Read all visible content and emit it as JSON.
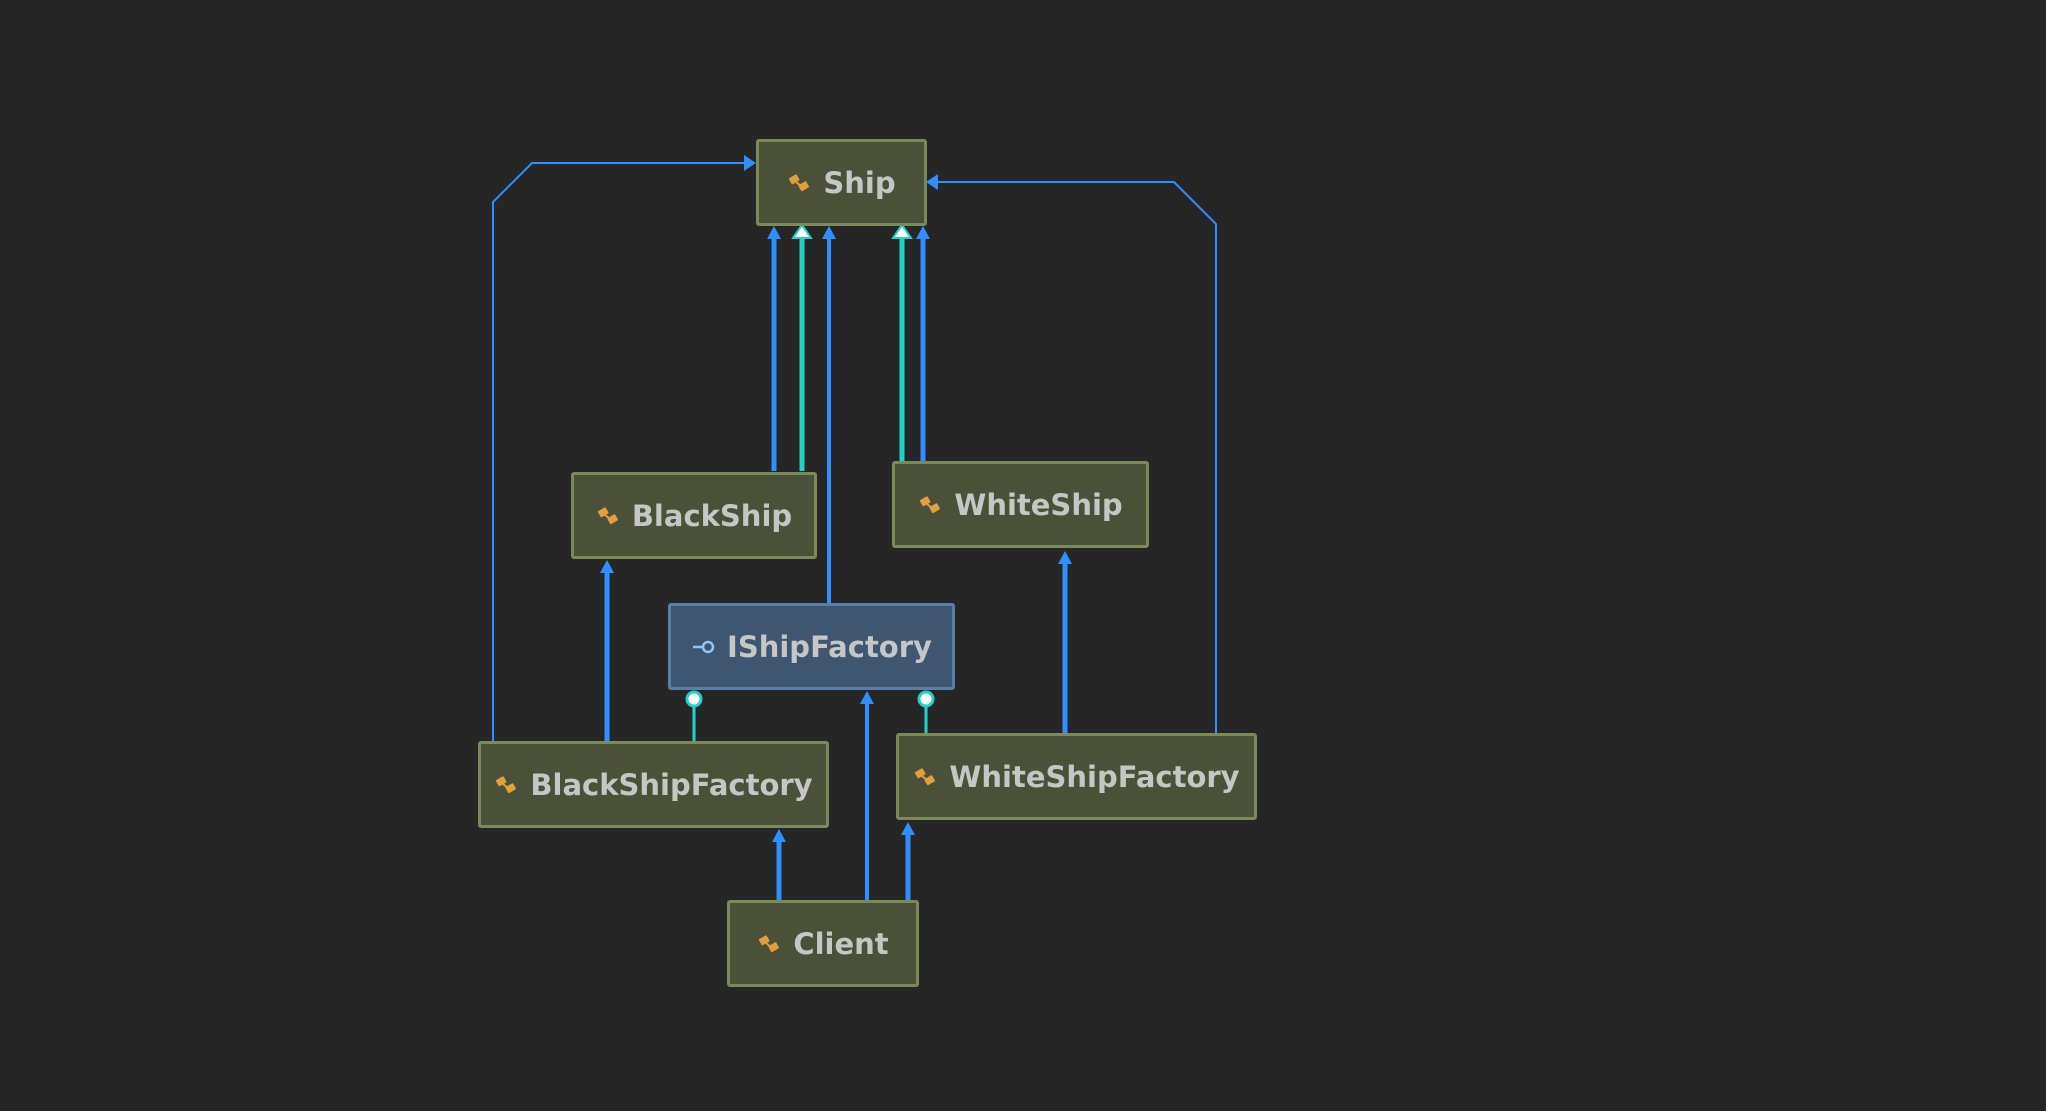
{
  "diagram": {
    "background": "#262626",
    "colors": {
      "class_fill": "#4a5138",
      "class_border": "#7a8a5a",
      "interface_fill": "#3e5670",
      "interface_border": "#5a7ea6",
      "text": "#c6c6c6",
      "edge_usage": "#2f8fff",
      "edge_inherit": "#22d3c5",
      "class_icon": "#e0a040"
    },
    "nodes": {
      "ship": {
        "label": "Ship",
        "kind": "class",
        "icon": "class-icon"
      },
      "blackship": {
        "label": "BlackShip",
        "kind": "class",
        "icon": "class-icon"
      },
      "whiteship": {
        "label": "WhiteShip",
        "kind": "class",
        "icon": "class-icon"
      },
      "ishipfactory": {
        "label": "IShipFactory",
        "kind": "interface",
        "icon": "interface-icon"
      },
      "blackshipfactory": {
        "label": "BlackShipFactory",
        "kind": "class",
        "icon": "class-icon"
      },
      "whiteshipfactory": {
        "label": "WhiteShipFactory",
        "kind": "class",
        "icon": "class-icon"
      },
      "client": {
        "label": "Client",
        "kind": "class",
        "icon": "class-icon"
      }
    },
    "edges": [
      {
        "from": "BlackShip",
        "to": "Ship",
        "type": "usage"
      },
      {
        "from": "BlackShip",
        "to": "Ship",
        "type": "inheritance"
      },
      {
        "from": "IShipFactory",
        "to": "Ship",
        "type": "usage"
      },
      {
        "from": "WhiteShip",
        "to": "Ship",
        "type": "inheritance"
      },
      {
        "from": "WhiteShip",
        "to": "Ship",
        "type": "usage"
      },
      {
        "from": "BlackShipFactory",
        "to": "Ship",
        "type": "usage"
      },
      {
        "from": "WhiteShipFactory",
        "to": "Ship",
        "type": "usage"
      },
      {
        "from": "BlackShipFactory",
        "to": "BlackShip",
        "type": "usage"
      },
      {
        "from": "WhiteShipFactory",
        "to": "WhiteShip",
        "type": "usage"
      },
      {
        "from": "BlackShipFactory",
        "to": "IShipFactory",
        "type": "realization"
      },
      {
        "from": "WhiteShipFactory",
        "to": "IShipFactory",
        "type": "realization"
      },
      {
        "from": "Client",
        "to": "BlackShipFactory",
        "type": "usage"
      },
      {
        "from": "Client",
        "to": "IShipFactory",
        "type": "usage"
      },
      {
        "from": "Client",
        "to": "WhiteShipFactory",
        "type": "usage"
      }
    ]
  }
}
